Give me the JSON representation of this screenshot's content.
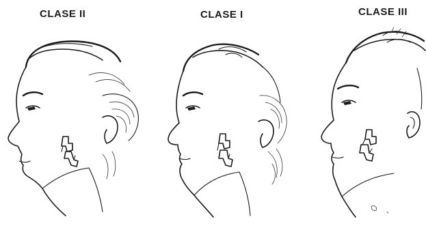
{
  "panels": [
    {
      "label": "CLASE II"
    },
    {
      "label": "CLASE I"
    },
    {
      "label": "CLASE III"
    }
  ]
}
